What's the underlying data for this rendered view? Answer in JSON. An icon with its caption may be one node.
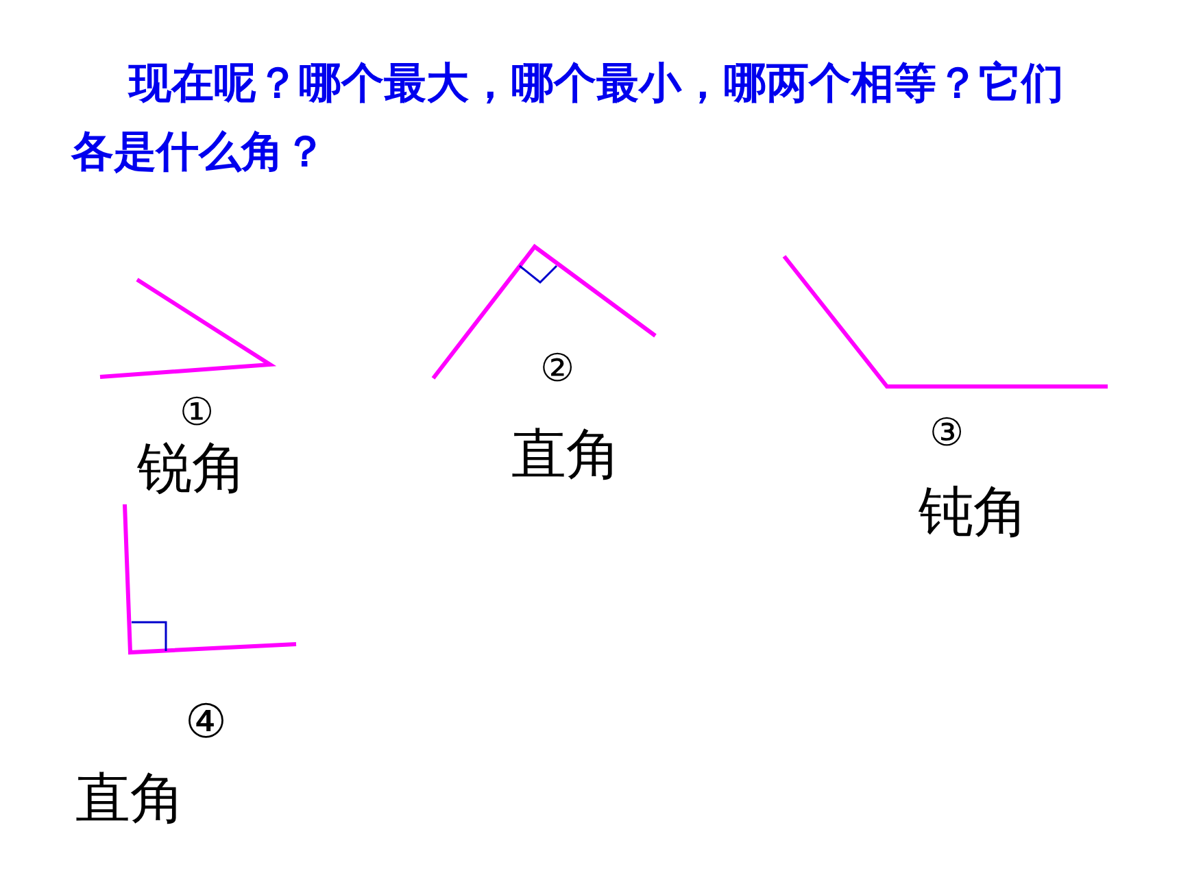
{
  "diagram": {
    "title": "现在呢？哪个最大，哪个最小，哪两个相等？它们各是什么角？",
    "labels": [
      "①",
      "锐角",
      "②",
      "直角",
      "③",
      "钝角",
      "④",
      "直角"
    ]
  }
}
